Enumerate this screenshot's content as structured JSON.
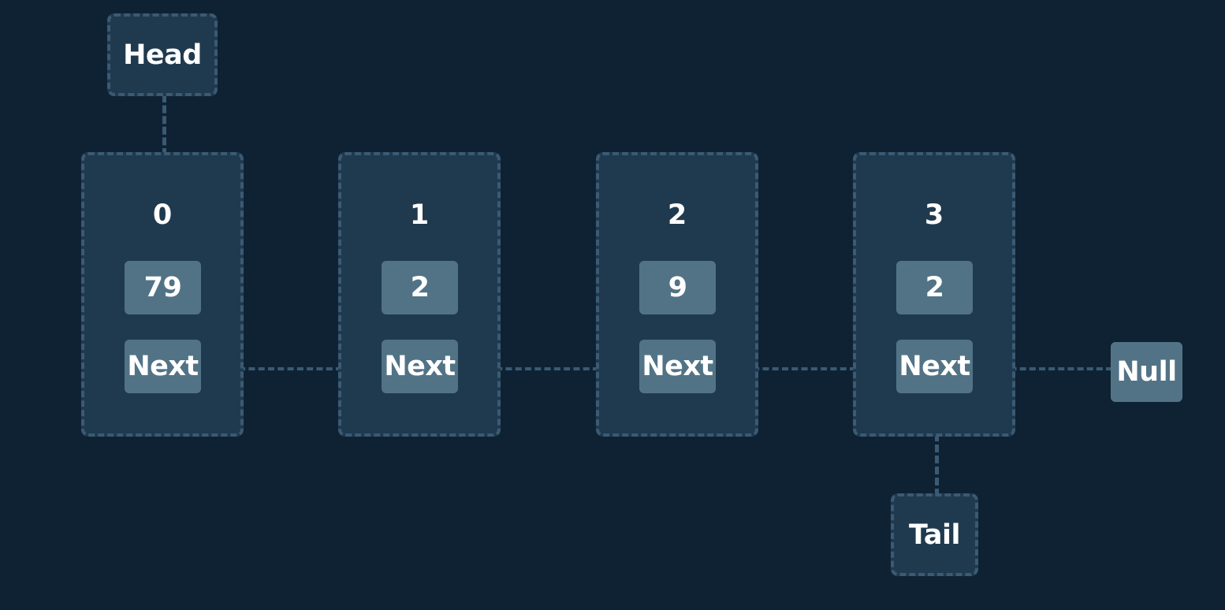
{
  "head": {
    "label": "Head"
  },
  "tail": {
    "label": "Tail"
  },
  "null_node": {
    "label": "Null"
  },
  "nodes": [
    {
      "index": "0",
      "value": "79",
      "next": "Next"
    },
    {
      "index": "1",
      "value": "2",
      "next": "Next"
    },
    {
      "index": "2",
      "value": "9",
      "next": "Next"
    },
    {
      "index": "3",
      "value": "2",
      "next": "Next"
    }
  ],
  "colors": {
    "background": "#0f2233",
    "node_fill": "#1f3a4f",
    "dashed_border": "#3b5a73",
    "cell_fill": "#527386",
    "text": "#ffffff"
  }
}
